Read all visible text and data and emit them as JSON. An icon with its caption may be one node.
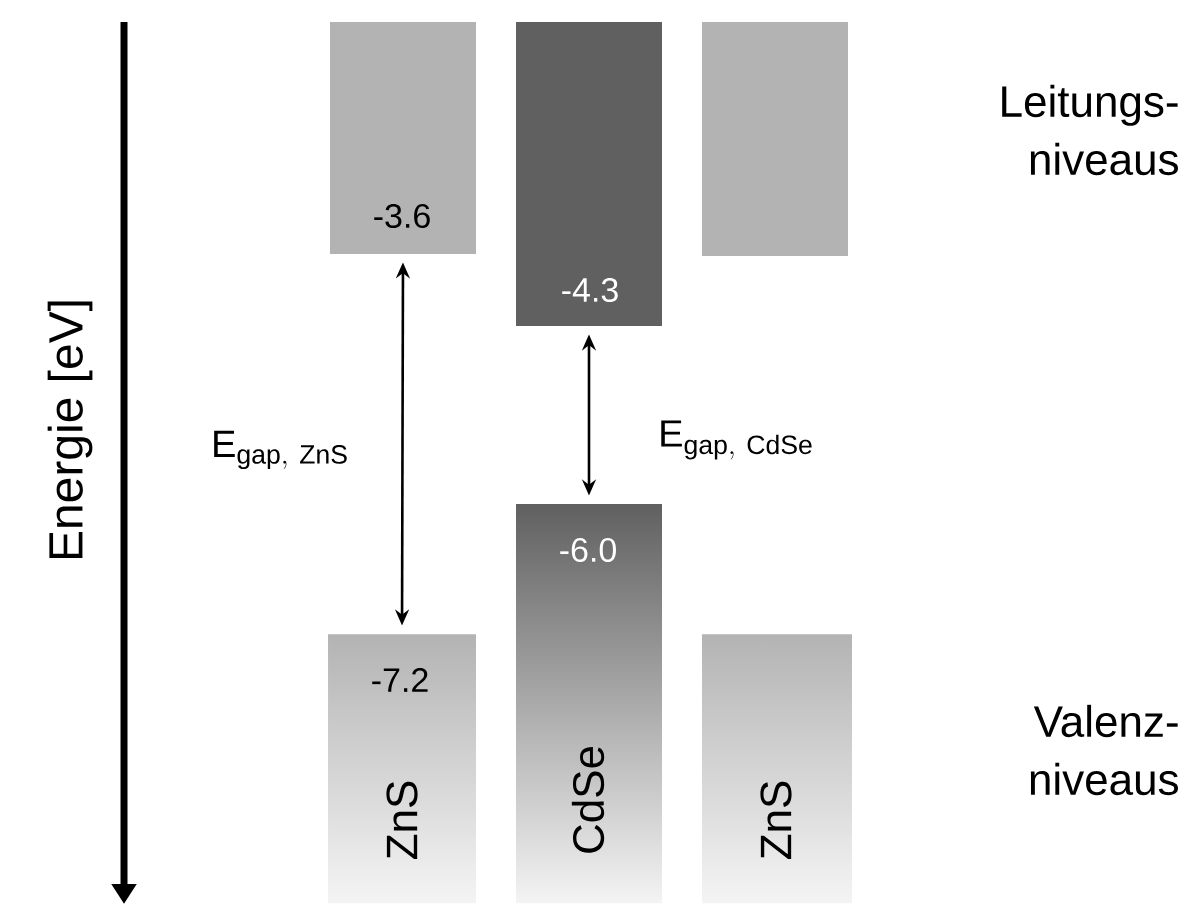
{
  "diagram": {
    "nodes": [
      {
        "text": [
          "-3.6"
        ]
      },
      {
        "text": [
          "-4.3"
        ]
      },
      {
        "text": [],
        "shape": "box"
      },
      {
        "text": [
          "-7.2",
          "ZnS"
        ]
      },
      {
        "text": [
          "-6.0",
          "CdSe"
        ]
      },
      {
        "text": [
          "ZnS"
        ]
      }
    ],
    "edges": [
      {
        "from": 0,
        "to": 3,
        "arrow": "both",
        "label": "\\mathrm{E}_{\\mathrm{gap,\\ ZnS}}"
      },
      {
        "from": 1,
        "to": 4,
        "arrow": "both",
        "label": "\\mathrm{E}_{\\mathrm{gap,\\ CdSe}}"
      }
    ],
    "labels": [
      "Energie [eV]",
      "Leitungs- niveaus",
      "Valenz- niveaus"
    ]
  }
}
